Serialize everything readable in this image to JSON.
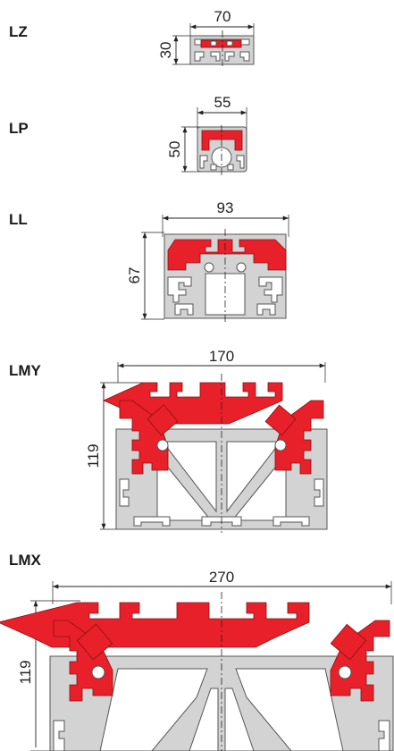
{
  "profiles": [
    {
      "id": "LZ",
      "label": "LZ",
      "width_dim": "70",
      "height_dim": "30"
    },
    {
      "id": "LP",
      "label": "LP",
      "width_dim": "55",
      "height_dim": "50"
    },
    {
      "id": "LL",
      "label": "LL",
      "width_dim": "93",
      "height_dim": "67"
    },
    {
      "id": "LMY",
      "label": "LMY",
      "width_dim": "170",
      "height_dim": "119"
    },
    {
      "id": "LMX",
      "label": "LMX",
      "width_dim": "270",
      "height_dim": "119"
    }
  ],
  "colors": {
    "carriage": "#e8202a",
    "rail": "#d3d3d3",
    "outline": "#555555"
  }
}
